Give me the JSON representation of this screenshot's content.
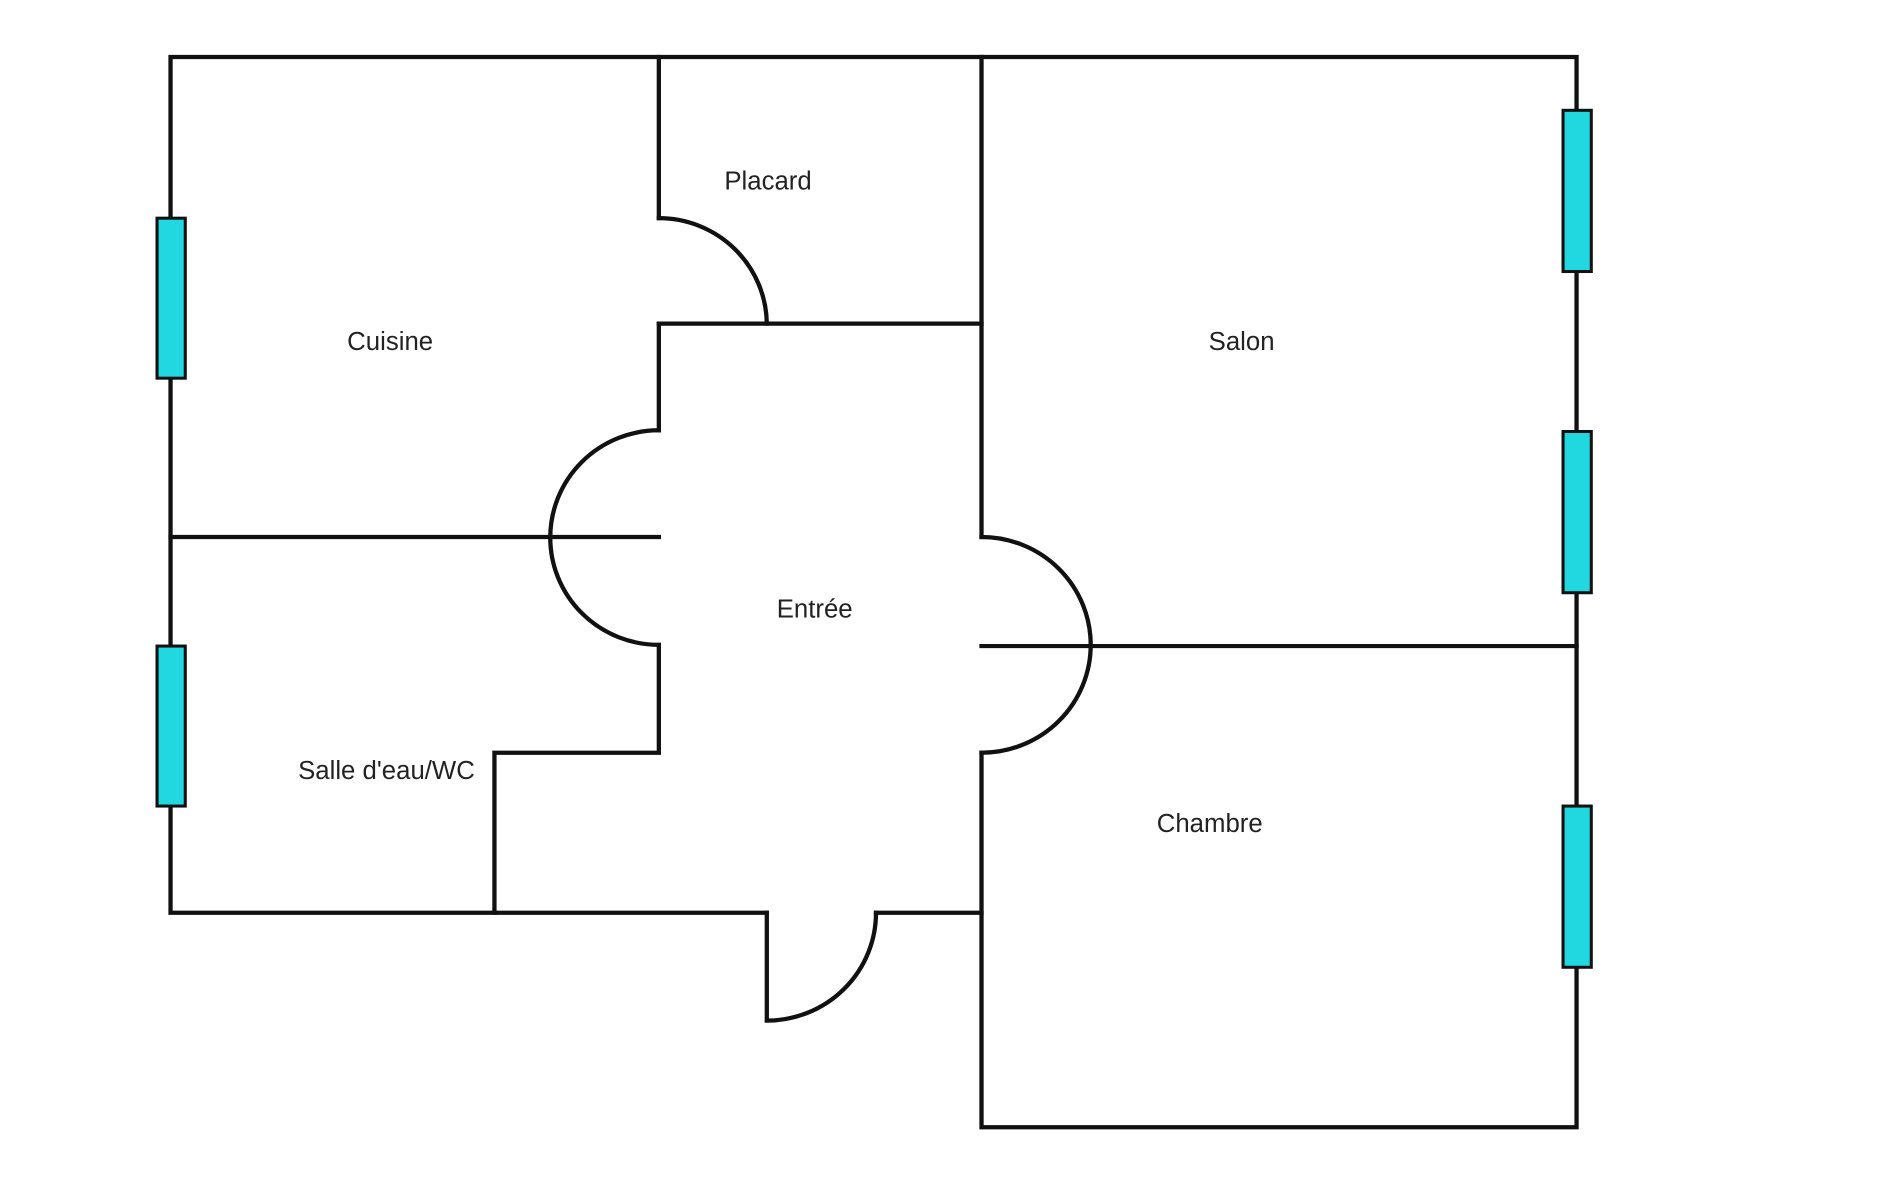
{
  "plan": {
    "rooms": {
      "placard": "Placard",
      "cuisine": "Cuisine",
      "salon": "Salon",
      "entree": "Entrée",
      "salle_eau": "Salle d'eau/WC",
      "chambre": "Chambre"
    },
    "colors": {
      "window": "#22d8e0",
      "wall": "#111111"
    }
  }
}
